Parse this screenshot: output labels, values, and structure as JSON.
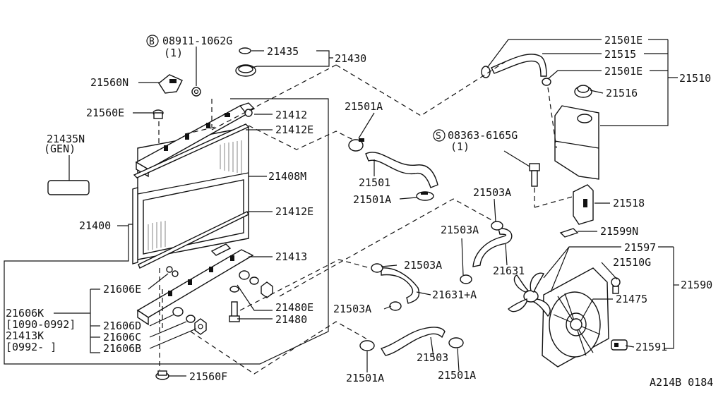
{
  "diagram_code": "A214B 0184",
  "labels": {
    "p08911": "08911-1062G",
    "p08911_qty": "(1)",
    "p21435": "21435",
    "p21430": "21430",
    "p21560N": "21560N",
    "p21560E": "21560E",
    "p21412": "21412",
    "p21412E_top": "21412E",
    "p21435N": "21435N",
    "gen": "(GEN)",
    "p21408M": "21408M",
    "p21412E_bot": "21412E",
    "p21400": "21400",
    "p21413": "21413",
    "p21606E": "21606E",
    "p21606K": "21606K",
    "date1": "[1090-0992]",
    "p21413K": "21413K",
    "date2": "[0992-    ]",
    "p21606D": "21606D",
    "p21606C": "21606C",
    "p21606B": "21606B",
    "p21480E": "21480E",
    "p21480": "21480",
    "p21560F": "21560F",
    "p21501A_1": "21501A",
    "p21501": "21501",
    "p21501A_2": "21501A",
    "p21501E_1": "21501E",
    "p21515": "21515",
    "p21501E_2": "21501E",
    "p21510": "21510",
    "p21516": "21516",
    "p08363": "08363-6165G",
    "p08363_qty": "(1)",
    "p21503A_1": "21503A",
    "p21518": "21518",
    "p21503A_2": "21503A",
    "p21599N": "21599N",
    "p21597": "21597",
    "p21631": "21631",
    "p21503A_3": "21503A",
    "p21510G": "21510G",
    "p21590": "21590",
    "p21631A": "21631+A",
    "p21503A_4": "21503A",
    "p21475": "21475",
    "p21503": "21503",
    "p21591": "21591",
    "p21501A_3": "21501A",
    "p21501A_4": "21501A",
    "bolt_b": "B",
    "bolt_s": "S"
  }
}
